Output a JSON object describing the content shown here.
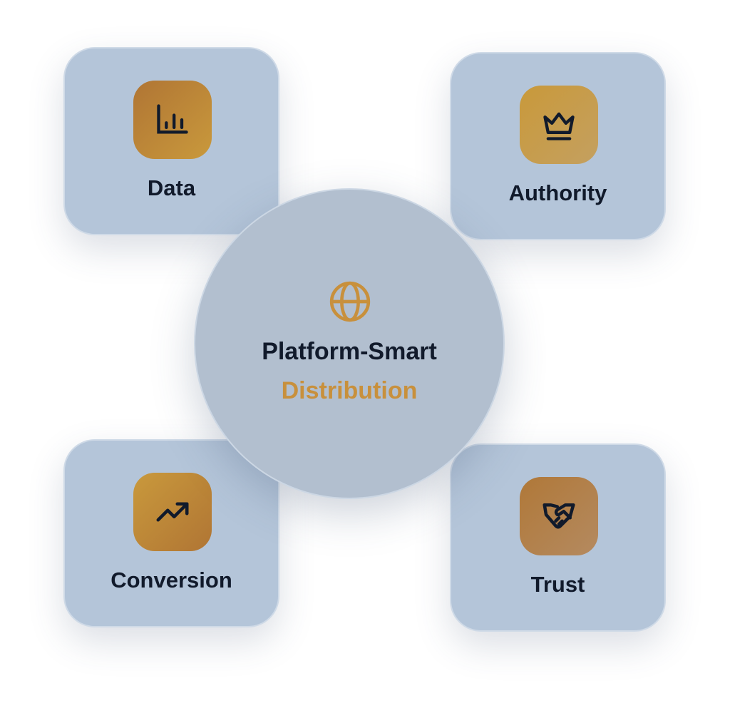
{
  "center": {
    "title": "Platform-Smart",
    "subtitle": "Distribution",
    "icon": "globe-icon",
    "accent": "#c8903c"
  },
  "cards": [
    {
      "label": "Data",
      "icon": "bar-chart-icon"
    },
    {
      "label": "Authority",
      "icon": "crown-icon"
    },
    {
      "label": "Conversion",
      "icon": "trending-up-icon"
    },
    {
      "label": "Trust",
      "icon": "handshake-icon"
    }
  ]
}
